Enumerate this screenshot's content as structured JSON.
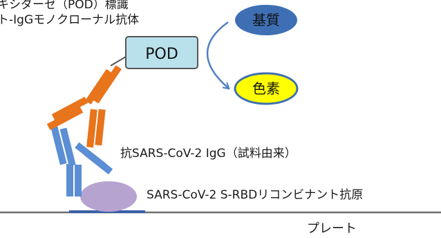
{
  "labels": {
    "conjugate_line1": "キシダーゼ（POD）標識",
    "conjugate_line2": "ト-IgGモノクローナル抗体",
    "pod": "POD",
    "substrate": "基質",
    "pigment": "色素",
    "sample_igg": "抗SARS-CoV-2 IgG（試料由来）",
    "antigen": "SARS-CoV-2 S-RBDリコンビナント抗原",
    "plate": "プレート"
  },
  "colors": {
    "pod_fill": "#b9e1ec",
    "pod_stroke": "#555555",
    "substrate_fill": "#3e6fb4",
    "pigment_fill": "#ffff00",
    "pigment_stroke": "#3e6fb4",
    "arrow": "#4f7fc4",
    "secondary_antibody": "#e8741b",
    "sample_antibody": "#5b8ed4",
    "antigen": "#b7a3d0",
    "plate_line": "#6e6e6e",
    "plate_base": "#3a5fa8"
  }
}
